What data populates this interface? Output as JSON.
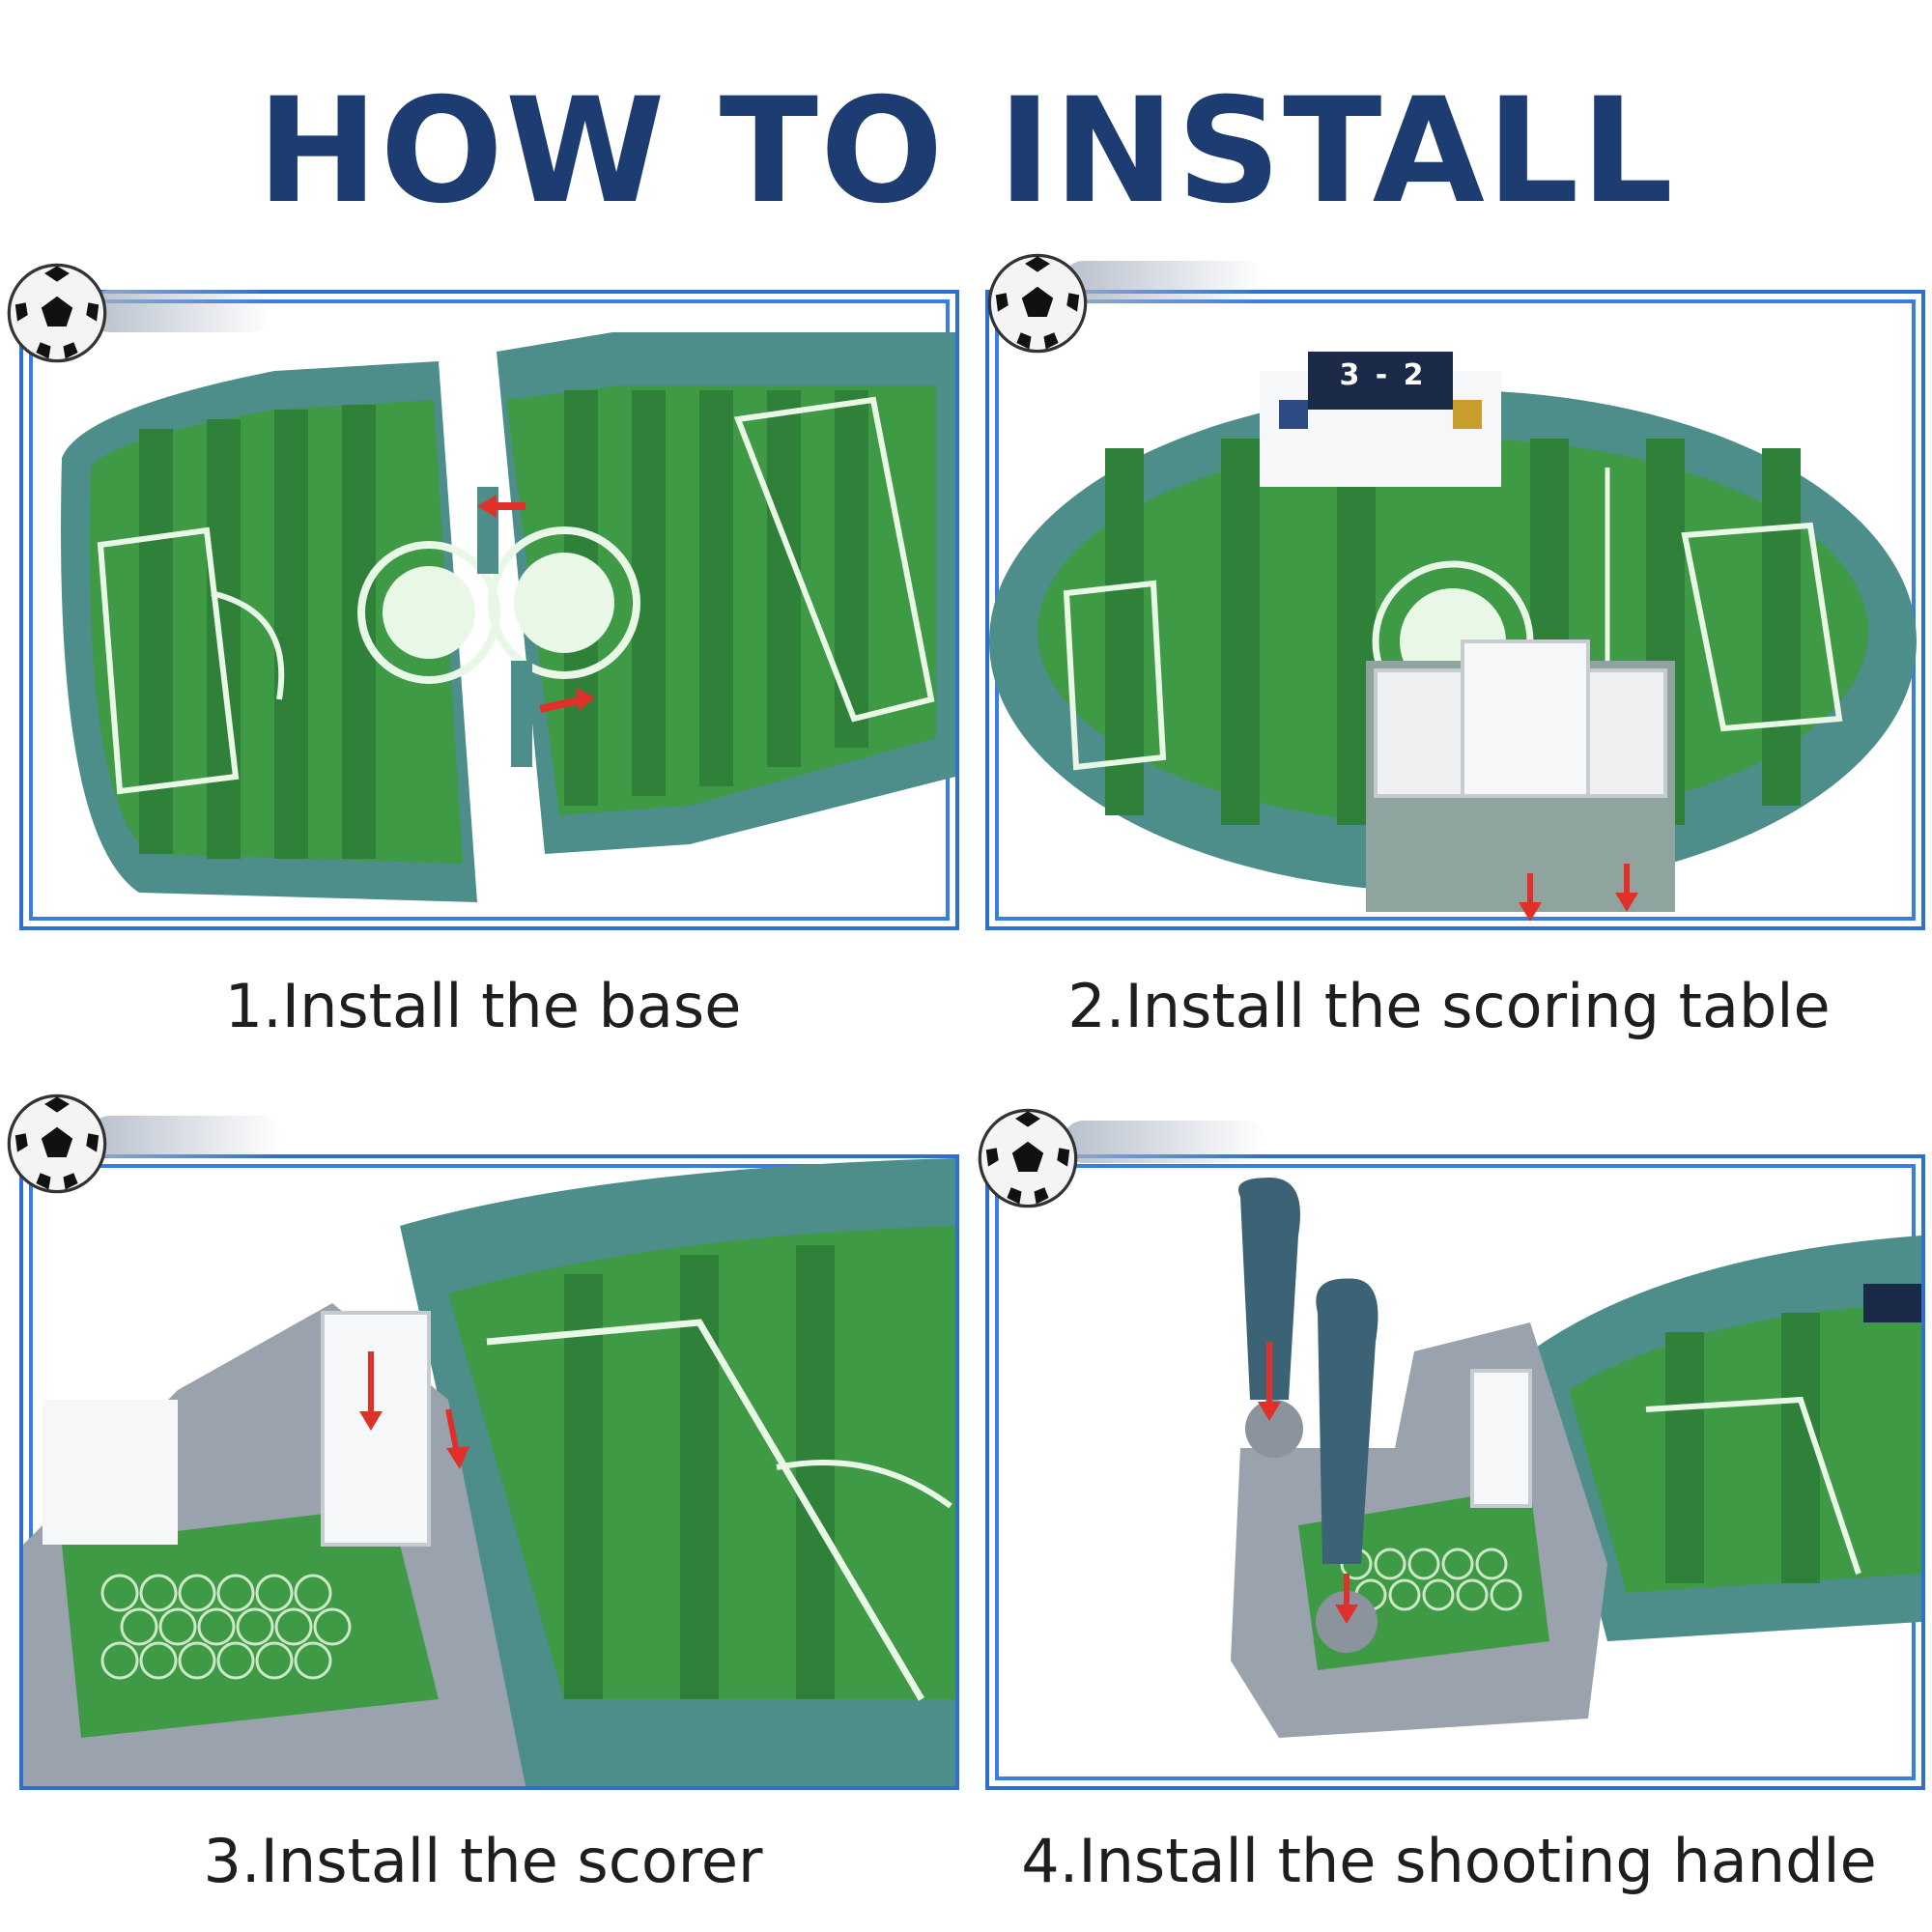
{
  "title": "HOW TO INSTALL",
  "steps": [
    {
      "caption": "1.Install the base",
      "icon": "soccer-ball-icon"
    },
    {
      "caption": "2.Install the scoring table",
      "icon": "soccer-ball-icon",
      "scoreboard": {
        "home": "3",
        "away": "2"
      }
    },
    {
      "caption": "3.Install the scorer",
      "icon": "soccer-ball-icon"
    },
    {
      "caption": "4.Install the shooting handle",
      "icon": "soccer-ball-icon"
    }
  ],
  "colors": {
    "title": "#1d3d72",
    "frame": "#2f6fcf",
    "pitch": "#3f9a45",
    "pitch_dark": "#2f8038",
    "rail": "#4d8e8a",
    "arrow": "#e0302a",
    "plastic": "#9aa3ad"
  }
}
